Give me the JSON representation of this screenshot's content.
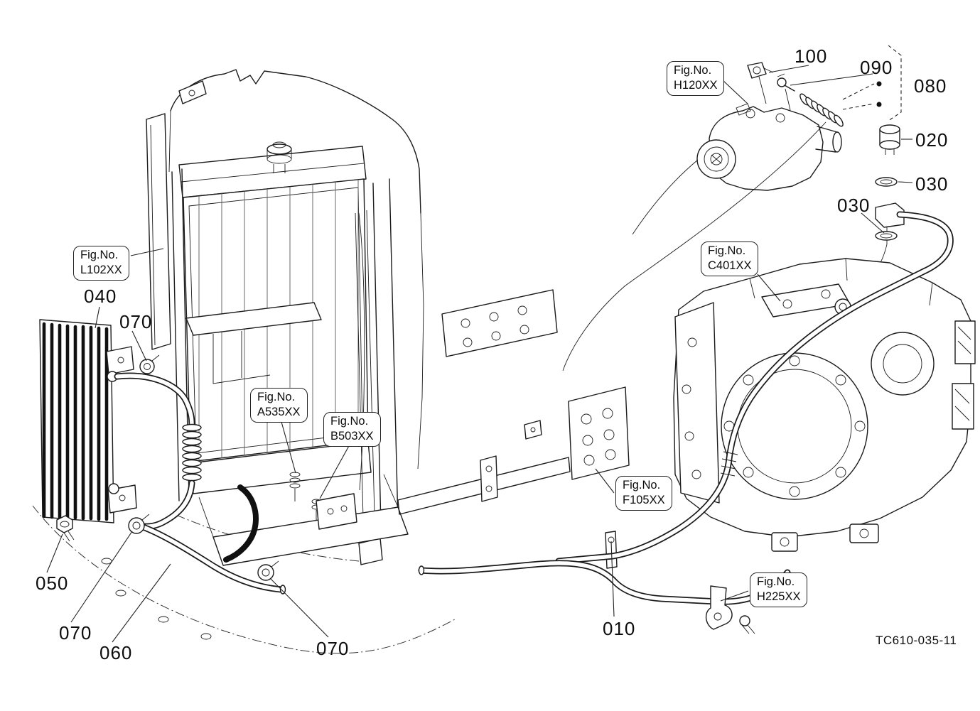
{
  "diagram": {
    "drawing_code": "TC610-035-11",
    "callouts": {
      "c100": "100",
      "c090": "090",
      "c080": "080",
      "c020": "020",
      "c030a": "030",
      "c030b": "030",
      "c040": "040",
      "c070a": "070",
      "c050": "050",
      "c070b": "070",
      "c060": "060",
      "c070c": "070",
      "c010": "010"
    },
    "fig_refs": {
      "h120": {
        "label": "Fig.No.",
        "code": "H120XX"
      },
      "l102": {
        "label": "Fig.No.",
        "code": "L102XX"
      },
      "c401": {
        "label": "Fig.No.",
        "code": "C401XX"
      },
      "a535": {
        "label": "Fig.No.",
        "code": "A535XX"
      },
      "b503": {
        "label": "Fig.No.",
        "code": "B503XX"
      },
      "f105": {
        "label": "Fig.No.",
        "code": "F105XX"
      },
      "h225": {
        "label": "Fig.No.",
        "code": "H225XX"
      }
    }
  }
}
